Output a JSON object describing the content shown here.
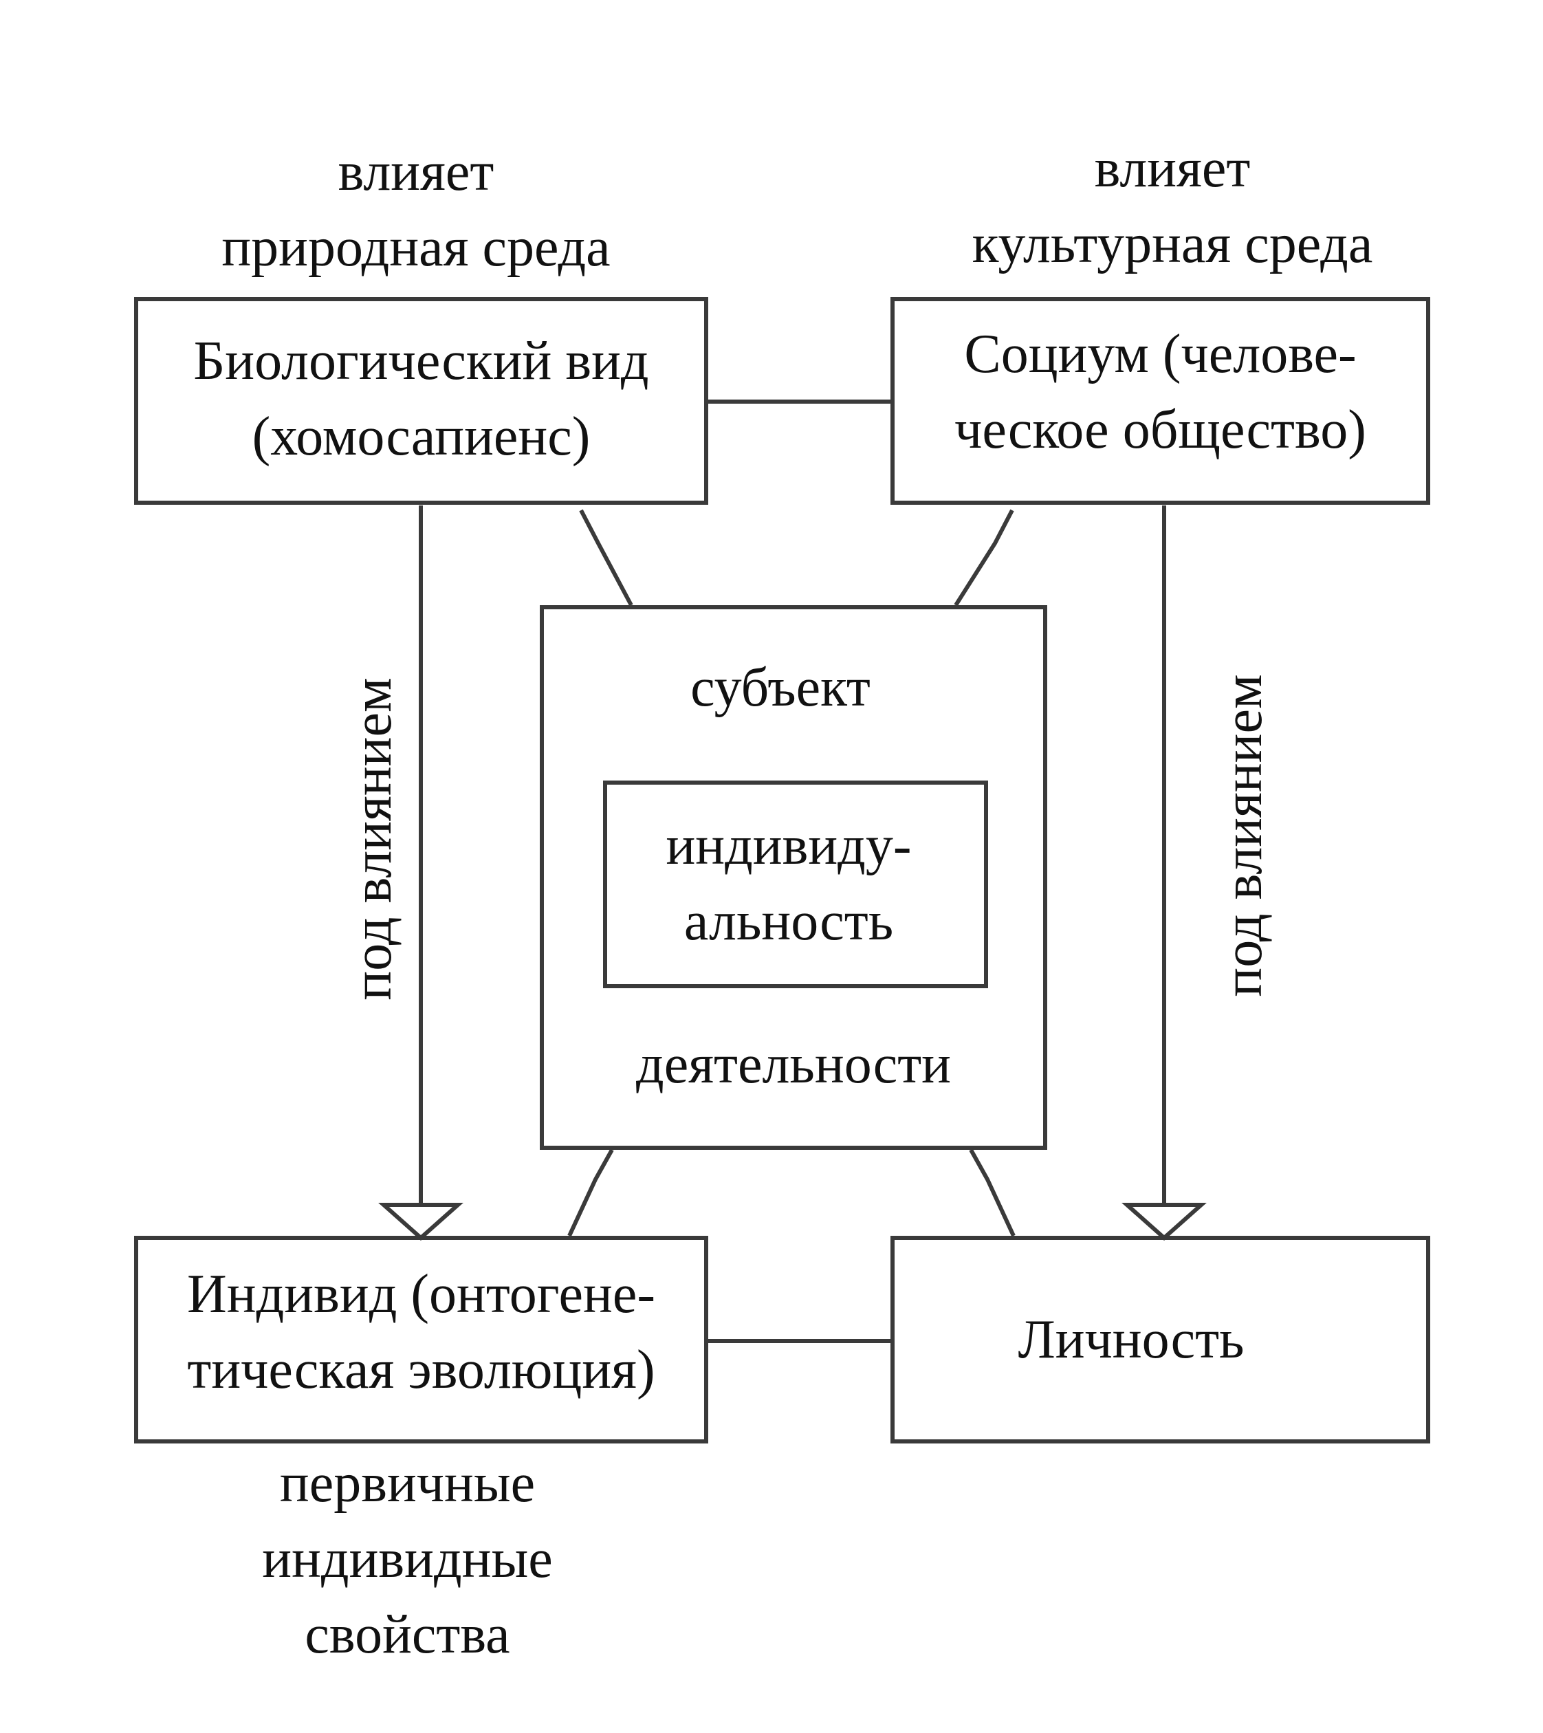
{
  "top_labels": {
    "left": [
      "влияет",
      "природная среда"
    ],
    "right": [
      "влияет",
      "культурная среда"
    ]
  },
  "nodes": {
    "species": [
      "Биологический вид",
      "(хомосапиенс)"
    ],
    "society": [
      "Социум (челове-",
      "ческое общество)"
    ],
    "subject": {
      "top": "субъект",
      "bottom": "деятельности"
    },
    "individuality": [
      "индивиду-",
      "альность"
    ],
    "individual": [
      "Индивид (онтогене-",
      "тическая эволюция)"
    ],
    "personality": "Личность"
  },
  "side_labels": {
    "left": "под влиянием",
    "right": "под влиянием"
  },
  "bottom_label": [
    "первичные",
    "индивидные",
    "свойства"
  ]
}
